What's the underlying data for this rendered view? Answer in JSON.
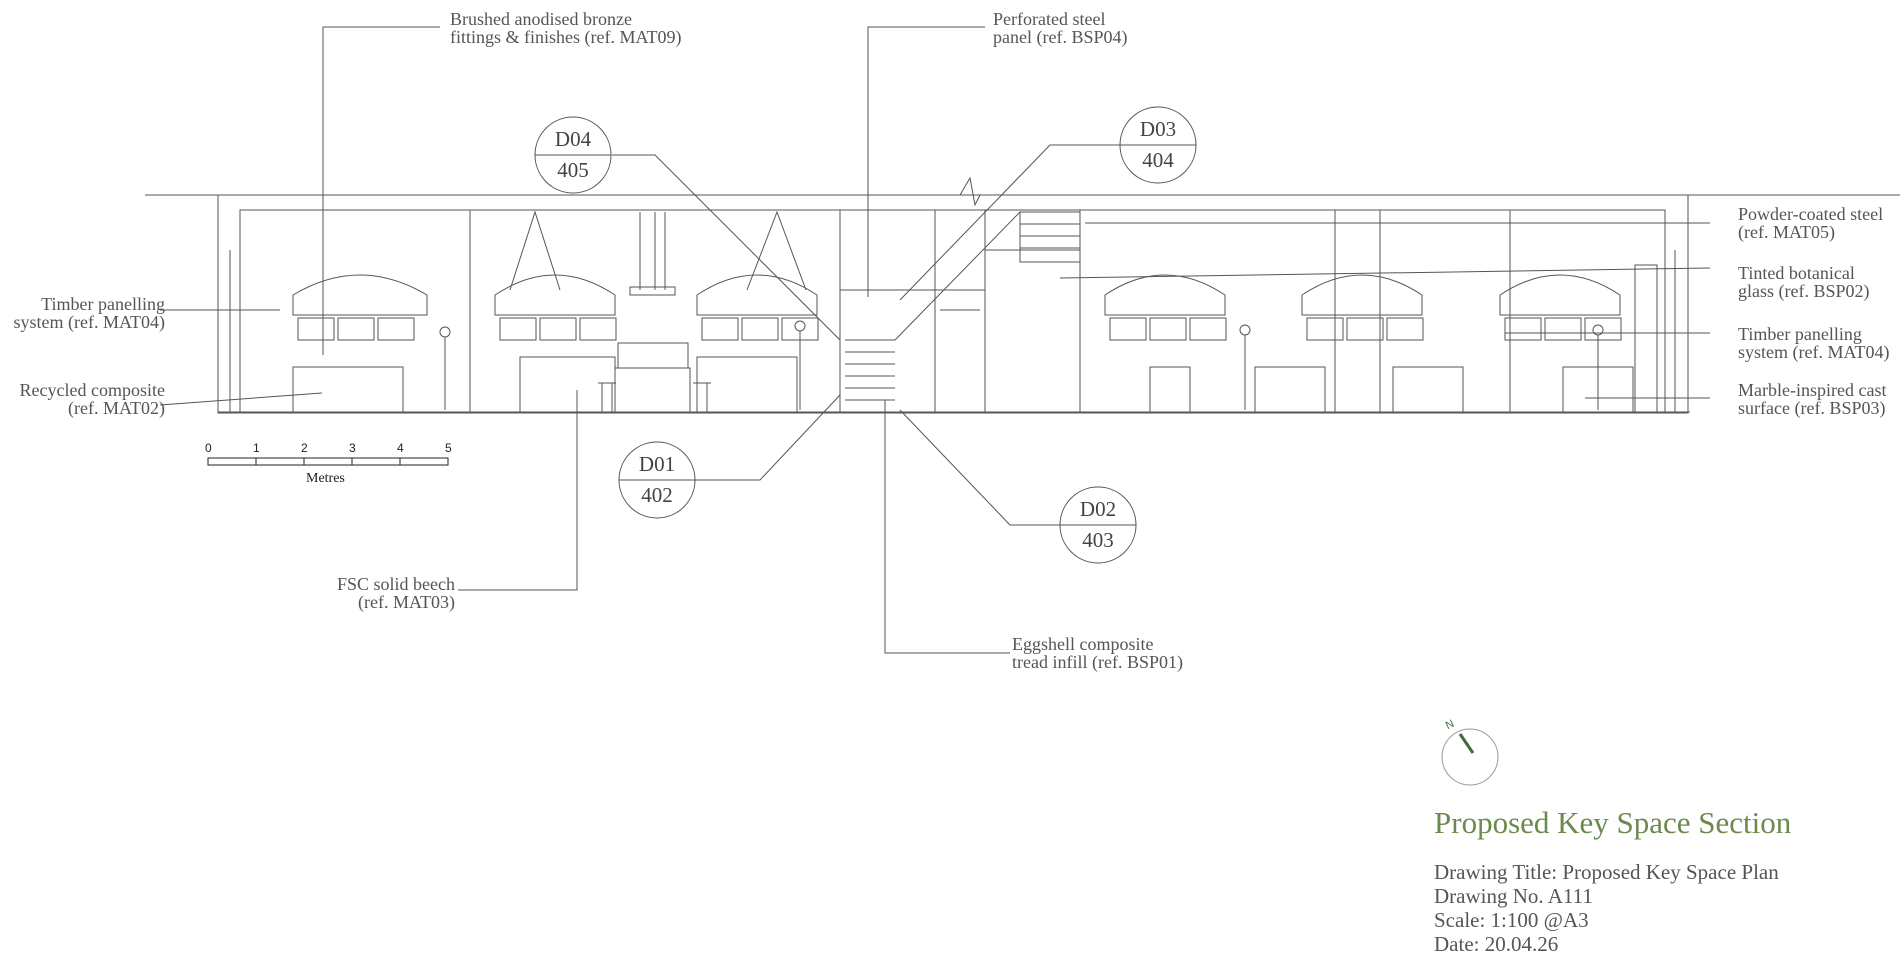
{
  "labels": {
    "bronze": [
      "Brushed anodised bronze",
      "fittings & finishes (ref. MAT09)"
    ],
    "perforated": [
      "Perforated steel",
      "panel (ref. BSP04)"
    ],
    "powder": [
      "Powder-coated steel",
      "(ref. MAT05)"
    ],
    "tinted": [
      "Tinted botanical",
      "glass (ref. BSP02)"
    ],
    "timber_right": [
      "Timber panelling",
      "system (ref. MAT04)"
    ],
    "marble": [
      "Marble-inspired cast",
      "surface (ref. BSP03)"
    ],
    "timber_left": [
      "Timber panelling",
      "system (ref. MAT04)"
    ],
    "recycled": [
      "Recycled composite",
      "(ref. MAT02)"
    ],
    "beech": [
      "FSC solid beech",
      "(ref. MAT03)"
    ],
    "eggshell": [
      "Eggshell composite",
      "tread infill (ref. BSP01)"
    ]
  },
  "detail_tags": [
    {
      "id": "D04",
      "sheet": "405"
    },
    {
      "id": "D03",
      "sheet": "404"
    },
    {
      "id": "D01",
      "sheet": "402"
    },
    {
      "id": "D02",
      "sheet": "403"
    }
  ],
  "scale_bar": {
    "ticks": [
      "0",
      "1",
      "2",
      "3",
      "4",
      "5"
    ],
    "unit": "Metres"
  },
  "north_label": "N",
  "title_block": {
    "title": "Proposed Key Space Section",
    "drawing_title": "Drawing Title: Proposed Key Space Plan",
    "drawing_no": "Drawing No. A111",
    "scale": "Scale: 1:100 @A3",
    "date": "Date: 20.04.26"
  },
  "colors": {
    "title": "#6b8a4e",
    "line": "#555555",
    "north_arrow": "#3d6b3d"
  }
}
